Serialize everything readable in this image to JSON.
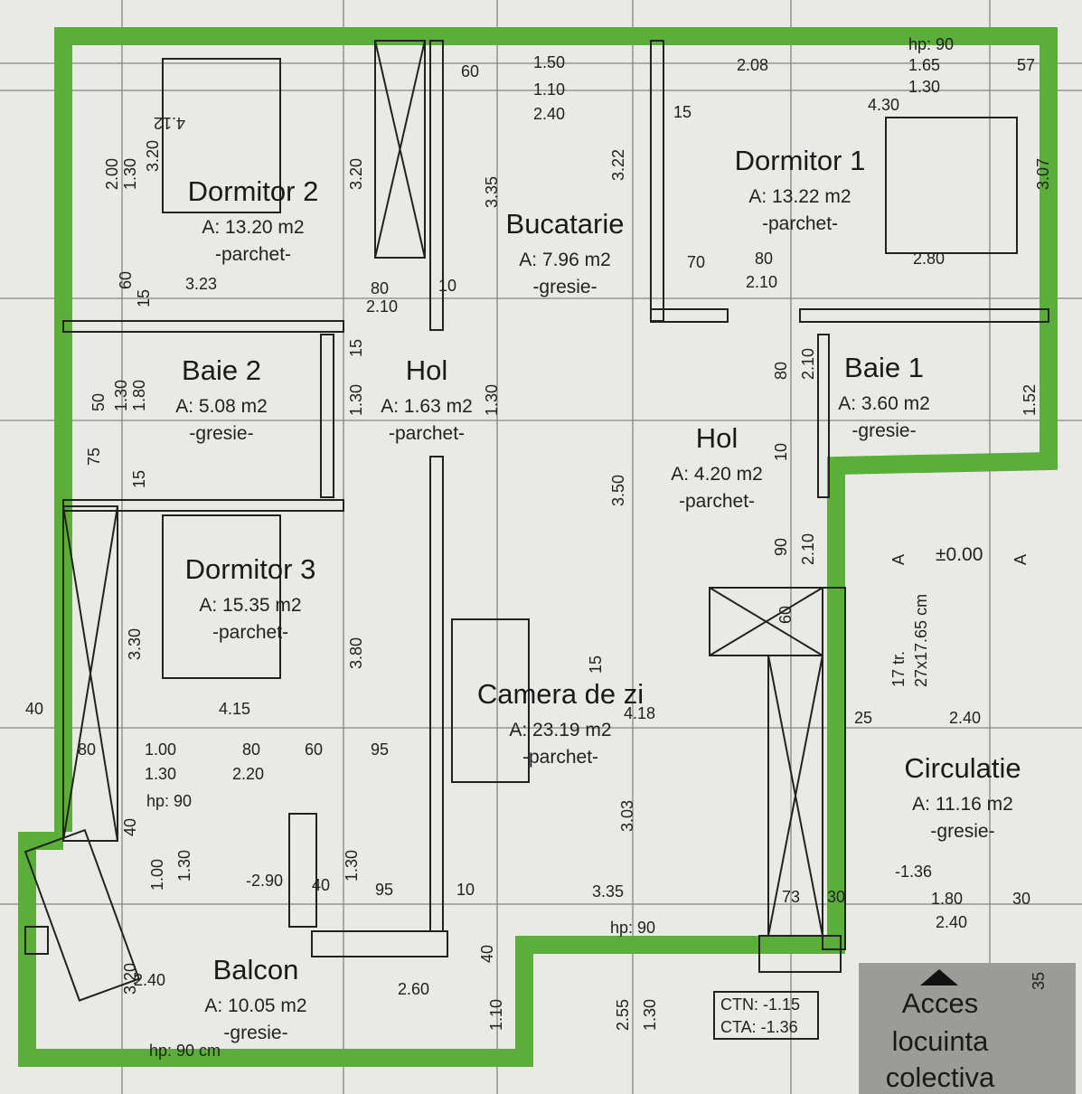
{
  "colors": {
    "wall_highlight": "#5bae3a",
    "paper": "#e9e9e6",
    "lines": "#222222",
    "access_area": "#9b9b98"
  },
  "rooms": [
    {
      "name": "Dormitor 2",
      "area": "A: 13.20 m2",
      "floor": "-parchet-"
    },
    {
      "name": "Bucatarie",
      "area": "A: 7.96 m2",
      "floor": "-gresie-"
    },
    {
      "name": "Dormitor 1",
      "area": "A: 13.22 m2",
      "floor": "-parchet-"
    },
    {
      "name": "Baie 2",
      "area": "A: 5.08 m2",
      "floor": "-gresie-"
    },
    {
      "name": "Hol",
      "area": "A: 1.63 m2",
      "floor": "-parchet-"
    },
    {
      "name": "Baie 1",
      "area": "A: 3.60 m2",
      "floor": "-gresie-"
    },
    {
      "name": "Hol",
      "area": "A: 4.20 m2",
      "floor": "-parchet-"
    },
    {
      "name": "Dormitor 3",
      "area": "A: 15.35 m2",
      "floor": "-parchet-"
    },
    {
      "name": "Camera de zi",
      "area": "A: 23.19 m2",
      "floor": "-parchet-"
    },
    {
      "name": "Circulatie",
      "area": "A: 11.16 m2",
      "floor": "-gresie-"
    },
    {
      "name": "Balcon",
      "area": "A: 10.05 m2",
      "floor": "-gresie-"
    }
  ],
  "balcony_note": "hp: 90 cm",
  "access": {
    "line1": "Acces",
    "line2": "locuinta",
    "line3": "colectiva"
  },
  "levels": {
    "ctn": "CTN: -1.15",
    "cta": "CTA: -1.36",
    "entrance": "±0.00"
  },
  "dimensions": [
    "2.08",
    "hp: 90",
    "1.65",
    "1.30",
    "57",
    "4.30",
    "3.07",
    "2.80",
    "80",
    "2.10",
    "70",
    "15",
    "1.50",
    "1.10",
    "2.40",
    "60",
    "3.35",
    "3.22",
    "4.12",
    "3.20",
    "2.00",
    "1.30",
    "3.20",
    "3.23",
    "60",
    "15",
    "80",
    "2.10",
    "10",
    "1.80",
    "1.30",
    "50",
    "75",
    "15",
    "1.30",
    "15",
    "1.52",
    "80",
    "2.10",
    "10",
    "90",
    "2.10",
    "60",
    "3.50",
    "1.30",
    "3.30",
    "3.80",
    "4.15",
    "40",
    "80",
    "1.00",
    "1.30",
    "80",
    "2.20",
    "60",
    "95",
    "hp: 90",
    "40",
    "1.00",
    "1.30",
    "-2.90",
    "40",
    "1.30",
    "95",
    "10",
    "4.18",
    "15",
    "3.03",
    "3.35",
    "hp: 90",
    "73",
    "30",
    "25",
    "2.40",
    "-1.36",
    "1.80",
    "30",
    "2.40",
    "2.60",
    "3.20",
    "2.40",
    "40",
    "1.10",
    "2.55",
    "1.30",
    "35",
    "17 tr.",
    "27x17.65 cm",
    "A",
    "A"
  ]
}
